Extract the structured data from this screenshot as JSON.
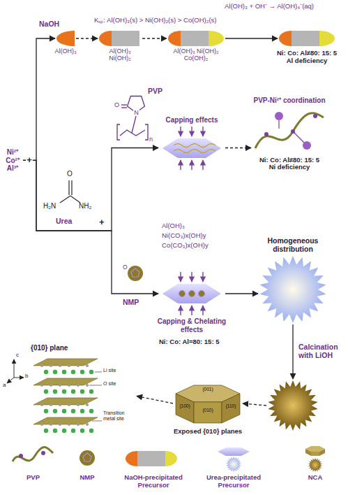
{
  "diagram": {
    "nodes": [
      {
        "text": [
          "Ni²⁺ Co²⁺ Al³⁺"
        ]
      },
      {
        "text": [
          "Al(OH)₃"
        ]
      },
      {
        "text": [
          "Al(OH)₃ Ni(OH)₂"
        ]
      },
      {
        "text": [
          "Al(OH)₃ Ni(OH)₂ Co(OH)₂"
        ]
      },
      {
        "text": [
          "Ni: Co: Al≠80: 15: 5",
          "Al deficiency"
        ]
      },
      {
        "text": [
          "Capping effects"
        ]
      },
      {
        "text": [
          "PVP-Ni²⁺ coordination",
          "Ni: Co: Al≠80: 15: 5",
          "Ni deficiency"
        ]
      },
      {
        "text": [
          "Capping & Chelating effects"
        ]
      },
      {
        "text": [
          "Homogeneous distribution"
        ]
      },
      {
        "text": [
          "(001)",
          "(100)",
          "(010)",
          "(110)",
          "Exposed {010} planes"
        ]
      },
      {
        "text": [
          "{010} plane",
          "Li site",
          "O site",
          "Transition metal site"
        ]
      }
    ],
    "edges": [
      {
        "from": 0,
        "to": 1,
        "arrow": "to",
        "label": "NaOH"
      },
      {
        "from": 1,
        "to": 2,
        "arrow": "to"
      },
      {
        "from": 2,
        "to": 3,
        "arrow": "to"
      },
      {
        "from": 3,
        "to": 4,
        "arrow": "to"
      },
      {
        "from": 0,
        "to": 5,
        "arrow": "to"
      },
      {
        "from": 0,
        "to": 7,
        "arrow": "to"
      },
      {
        "from": 5,
        "to": 6,
        "arrow": "to"
      },
      {
        "from": 7,
        "to": 8,
        "arrow": "to"
      },
      {
        "from": 8,
        "to": 9,
        "arrow": "to",
        "label": "Calcination with LiOH"
      },
      {
        "from": 9,
        "to": 10,
        "arrow": "to"
      }
    ],
    "labels": [
      "Kₛₚ: Al(OH)₃(s) > Ni(OH)₂(s) > Co(OH)₂(s)",
      "Al(OH)₃ + OH⁻ → Al(OH)₄⁻(aq)",
      "+",
      "O",
      "H₂N",
      "NH₂",
      "Urea",
      "+",
      "O",
      "N",
      "n",
      "PVP",
      "O",
      "NMP",
      "Al(OH)₃",
      "Ni(CO₃)x(OH)y",
      "Co(CO₃)x(OH)y",
      "Ni: Co: Al=80: 15: 5",
      "c",
      "a",
      "b"
    ],
    "legend": [
      {
        "text": "PVP"
      },
      {
        "text": "NMP"
      },
      {
        "text": "NaOH-precipitated Precursor"
      },
      {
        "text": "Urea-precipitated Precursor"
      },
      {
        "text": "NCA"
      }
    ]
  }
}
